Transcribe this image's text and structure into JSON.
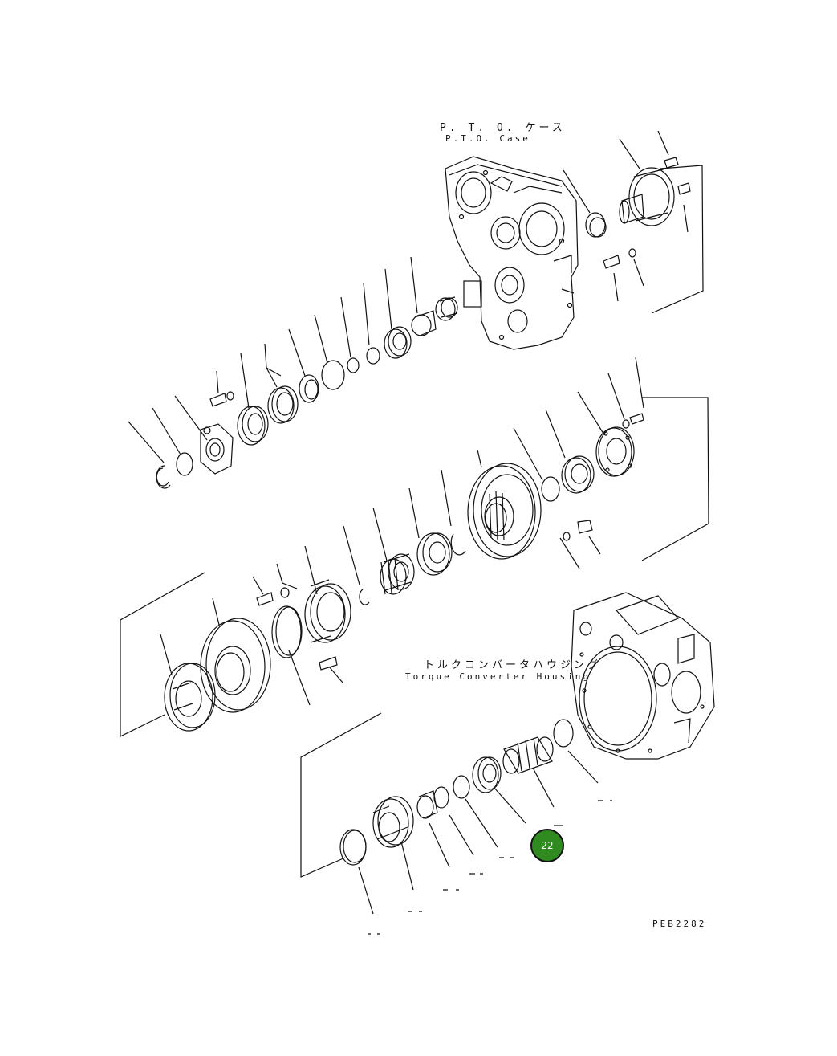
{
  "labels": {
    "pto_case_jp": "P. T. O. ケース",
    "pto_case_en": "P.T.O. Case",
    "torque_converter_jp": "トルクコンバータハウジング",
    "torque_converter_en": "Torque Converter Housing",
    "drawing_code": "PEB2282"
  },
  "callout": {
    "number": "22",
    "color": "#2f8a1f"
  }
}
